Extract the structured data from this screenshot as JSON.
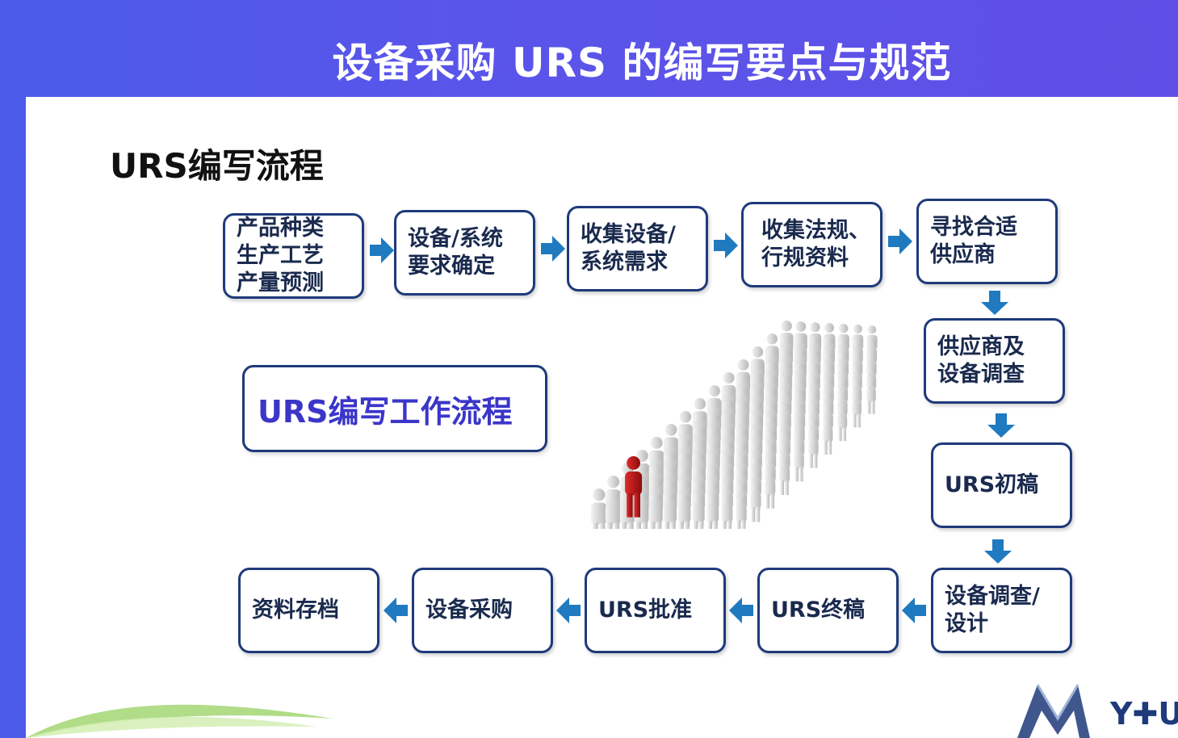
{
  "header": {
    "title": "设备采购 URS 的编写要点与规范"
  },
  "section": {
    "title": "URS编写流程"
  },
  "center_label": "URS编写工作流程",
  "steps": [
    {
      "label": "产品种类\n生产工艺\n产量预测"
    },
    {
      "label": "设备/系统\n要求确定"
    },
    {
      "label": "收集设备/\n系统需求"
    },
    {
      "label": "收集法规、\n行规资料"
    },
    {
      "label": "寻找合适\n供应商"
    },
    {
      "label": "供应商及\n设备调查"
    },
    {
      "label": "URS初稿"
    },
    {
      "label": "设备调查/\n设计"
    },
    {
      "label": "URS终稿"
    },
    {
      "label": "URS批准"
    },
    {
      "label": "设备采购"
    },
    {
      "label": "资料存档"
    }
  ],
  "logo": {
    "text": "Y✚U"
  },
  "colors": {
    "accent": "#4a5be8",
    "box_border": "#1e3a7a",
    "arrow": "#1f7ac0",
    "highlight": "#c0141b"
  }
}
